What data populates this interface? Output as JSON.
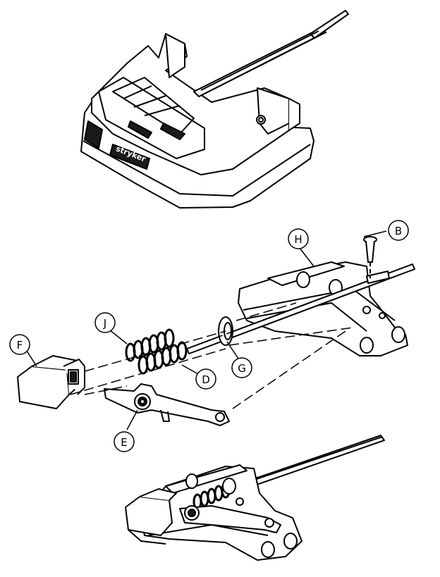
{
  "callouts": [
    {
      "id": "B",
      "label": "B"
    },
    {
      "id": "H",
      "label": "H"
    },
    {
      "id": "J",
      "label": "J"
    },
    {
      "id": "F",
      "label": "F"
    },
    {
      "id": "D",
      "label": "D"
    },
    {
      "id": "G",
      "label": "G"
    },
    {
      "id": "E",
      "label": "E"
    }
  ],
  "brand_logo": {
    "text": "stryker"
  },
  "colors": {
    "line": "#000000",
    "fill": "#ffffff",
    "shade": "#1a1a1a"
  }
}
